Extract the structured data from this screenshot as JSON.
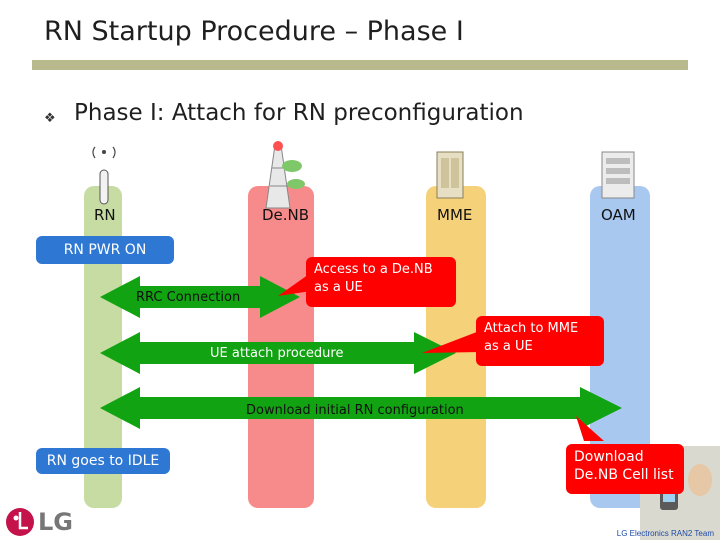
{
  "title": "RN Startup Procedure – Phase I",
  "subtitle": "Phase I: Attach for RN preconfiguration",
  "lanes": {
    "rn": "RN",
    "denb": "De.NB",
    "mme": "MME",
    "oam": "OAM"
  },
  "labels": {
    "rn_pwr_on": "RN PWR ON",
    "rrc_connection": "RRC Connection",
    "access_denb": "Access to a De.NB as a UE",
    "ue_attach": "UE attach procedure",
    "attach_mme": "Attach to MME as a UE",
    "download_config": "Download initial RN configuration",
    "rn_idle": "RN goes to IDLE",
    "download_cell": "Download De.NB Cell list"
  },
  "logo": "LG",
  "footer": "LG Electronics RAN2 Team",
  "colors": {
    "rn_lane": "#c6dca2",
    "denb_lane": "#f78b8b",
    "mme_lane": "#f5d27a",
    "oam_lane": "#a9c8ef",
    "arrow": "#12a312",
    "accent_red": "#ff0000",
    "accent_blue": "#2e78d4"
  }
}
